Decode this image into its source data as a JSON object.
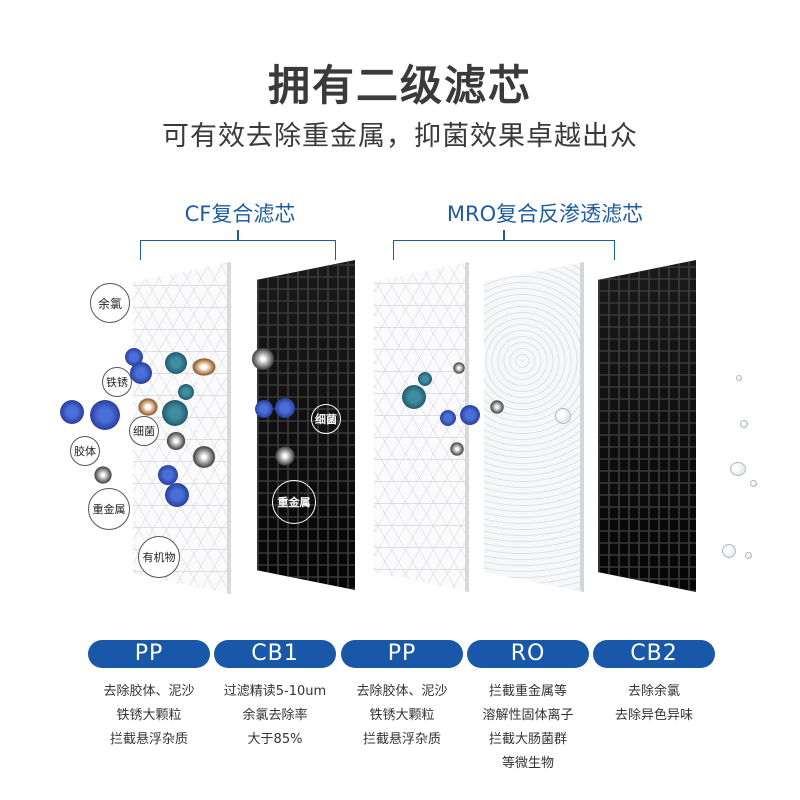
{
  "header": {
    "title": "拥有二级滤芯",
    "subtitle": "可有效去除重金属，抑菌效果卓越出众"
  },
  "groups": [
    {
      "label": "CF复合滤芯"
    },
    {
      "label": "MRO复合反渗透滤芯"
    }
  ],
  "contaminant_labels": {
    "residual_chlorine": "余氯",
    "rust": "铁锈",
    "bacteria": "细菌",
    "colloid": "胶体",
    "heavy_metal": "重金属",
    "organic_matter": "有机物",
    "bacteria_on_carbon": "细菌",
    "heavy_metal_on_carbon": "重金属"
  },
  "stages": [
    {
      "name": "PP",
      "desc": [
        "去除胶体、泥沙",
        "铁锈大颗粒",
        "拦截悬浮杂质"
      ]
    },
    {
      "name": "CB1",
      "desc": [
        "过滤精读5-10um",
        "余氯去除率",
        "大于85%"
      ]
    },
    {
      "name": "PP",
      "desc": [
        "去除胶体、泥沙",
        "铁锈大颗粒",
        "拦截悬浮杂质"
      ]
    },
    {
      "name": "RO",
      "desc": [
        "拦截重金属等",
        "溶解性固体离子",
        "拦截大肠菌群",
        "等微生物"
      ]
    },
    {
      "name": "CB2",
      "desc": [
        "去除余氯",
        "去除异色异味"
      ]
    }
  ],
  "colors": {
    "accent_blue": "#1957a8",
    "group_label_blue": "#1f5c9e",
    "title_text": "#3a3a3a"
  }
}
